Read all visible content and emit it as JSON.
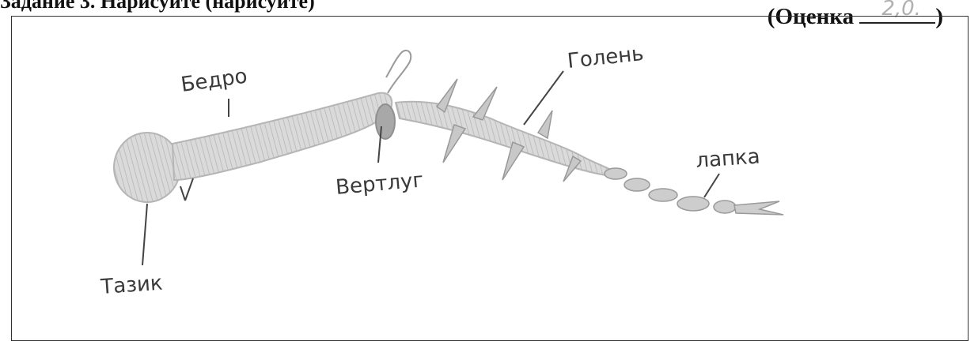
{
  "header": {
    "partial_heading": "Задание 3. Нарисуйте (нарисуйте)",
    "grade_label_open": "(Оценка",
    "grade_label_close": ")",
    "grade_value": "2,0."
  },
  "drawing": {
    "labels": {
      "femur": "Бедро",
      "tibia": "Голень",
      "trochanter": "Вертлуг",
      "tarsus": "лапка",
      "coxa": "Тазик"
    }
  }
}
